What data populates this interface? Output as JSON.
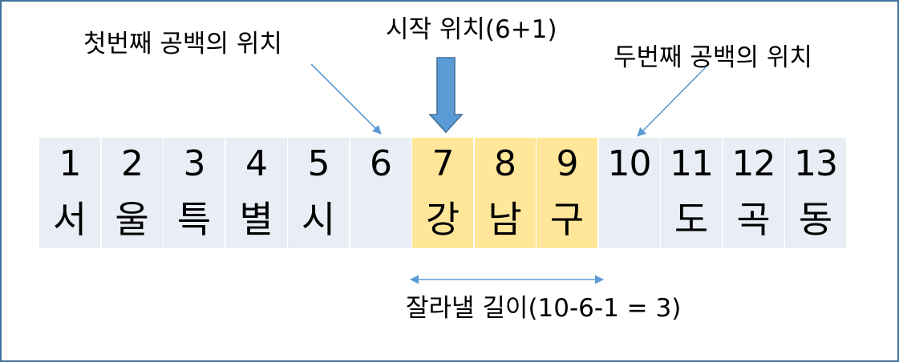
{
  "labels": {
    "first_space": "첫번째 공백의 위치",
    "start_position": "시작 위치(6+1)",
    "second_space": "두번째 공백의 위치",
    "cut_length": "잘라낼 길이(10-6-1 = 3)"
  },
  "cells": [
    {
      "index": "1",
      "char": "서",
      "highlighted": false
    },
    {
      "index": "2",
      "char": "울",
      "highlighted": false
    },
    {
      "index": "3",
      "char": "특",
      "highlighted": false
    },
    {
      "index": "4",
      "char": "별",
      "highlighted": false
    },
    {
      "index": "5",
      "char": "시",
      "highlighted": false
    },
    {
      "index": "6",
      "char": "",
      "highlighted": false
    },
    {
      "index": "7",
      "char": "강",
      "highlighted": true
    },
    {
      "index": "8",
      "char": "남",
      "highlighted": true
    },
    {
      "index": "9",
      "char": "구",
      "highlighted": true
    },
    {
      "index": "10",
      "char": "",
      "highlighted": false
    },
    {
      "index": "11",
      "char": "도",
      "highlighted": false
    },
    {
      "index": "12",
      "char": "곡",
      "highlighted": false
    },
    {
      "index": "13",
      "char": "동",
      "highlighted": false
    }
  ],
  "colors": {
    "cell_background": "#e9edf5",
    "highlight_background": "#ffe699",
    "arrow_blue": "#5b9bd5",
    "frame_border": "#41719c"
  }
}
